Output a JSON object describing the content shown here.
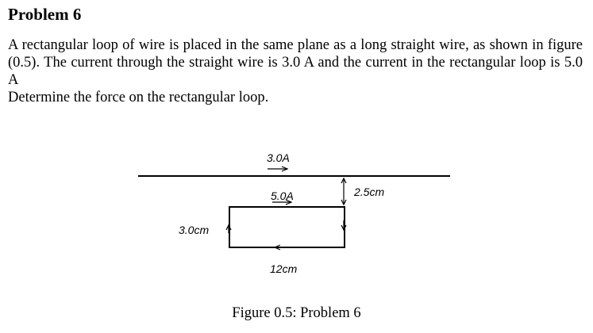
{
  "problem": {
    "title": "Problem 6",
    "statement": {
      "line1": "A rectangular loop of wire is placed in the same plane as a long straight wire, as shown in figure (0.5). The current through the straight wire is 3.0 A and the current in the rectangular loop is 5.0 A",
      "line2": "Determine the force on the rectangular loop."
    }
  },
  "figure": {
    "straight_wire_current_label": "3.0A",
    "loop_current_label": "5.0A",
    "separation_label": "2.5cm",
    "loop_height_label": "3.0cm",
    "loop_length_label": "12cm",
    "caption": "Figure 0.5: Problem 6"
  }
}
